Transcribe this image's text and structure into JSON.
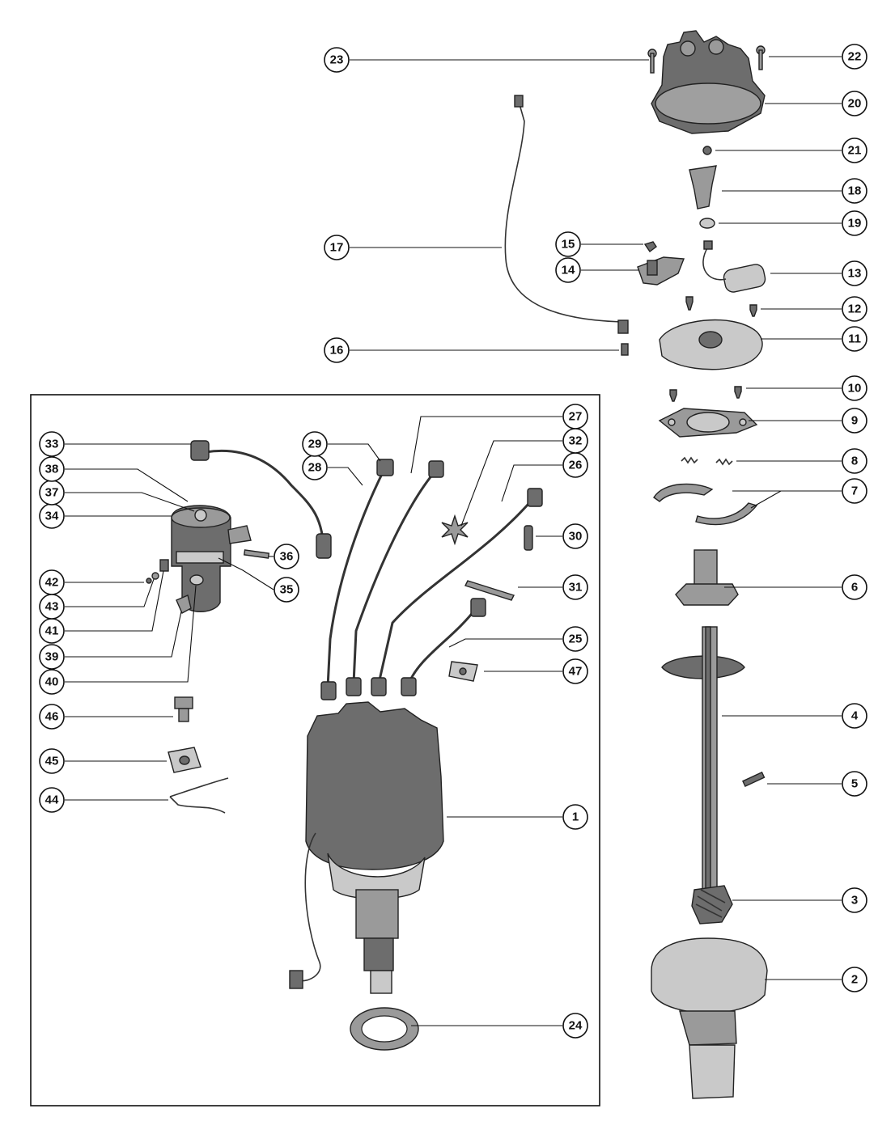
{
  "callouts": [
    {
      "num": "1"
    },
    {
      "num": "2"
    },
    {
      "num": "3"
    },
    {
      "num": "4"
    },
    {
      "num": "5"
    },
    {
      "num": "6"
    },
    {
      "num": "7"
    },
    {
      "num": "8"
    },
    {
      "num": "9"
    },
    {
      "num": "10"
    },
    {
      "num": "11"
    },
    {
      "num": "12"
    },
    {
      "num": "13"
    },
    {
      "num": "14"
    },
    {
      "num": "15"
    },
    {
      "num": "16"
    },
    {
      "num": "17"
    },
    {
      "num": "18"
    },
    {
      "num": "19"
    },
    {
      "num": "20"
    },
    {
      "num": "21"
    },
    {
      "num": "22"
    },
    {
      "num": "23"
    },
    {
      "num": "24"
    },
    {
      "num": "25"
    },
    {
      "num": "26"
    },
    {
      "num": "27"
    },
    {
      "num": "28"
    },
    {
      "num": "29"
    },
    {
      "num": "30"
    },
    {
      "num": "31"
    },
    {
      "num": "32"
    },
    {
      "num": "33"
    },
    {
      "num": "34"
    },
    {
      "num": "35"
    },
    {
      "num": "36"
    },
    {
      "num": "37"
    },
    {
      "num": "38"
    },
    {
      "num": "39"
    },
    {
      "num": "40"
    },
    {
      "num": "41"
    },
    {
      "num": "42"
    },
    {
      "num": "43"
    },
    {
      "num": "44"
    },
    {
      "num": "45"
    },
    {
      "num": "46"
    },
    {
      "num": "47"
    }
  ]
}
